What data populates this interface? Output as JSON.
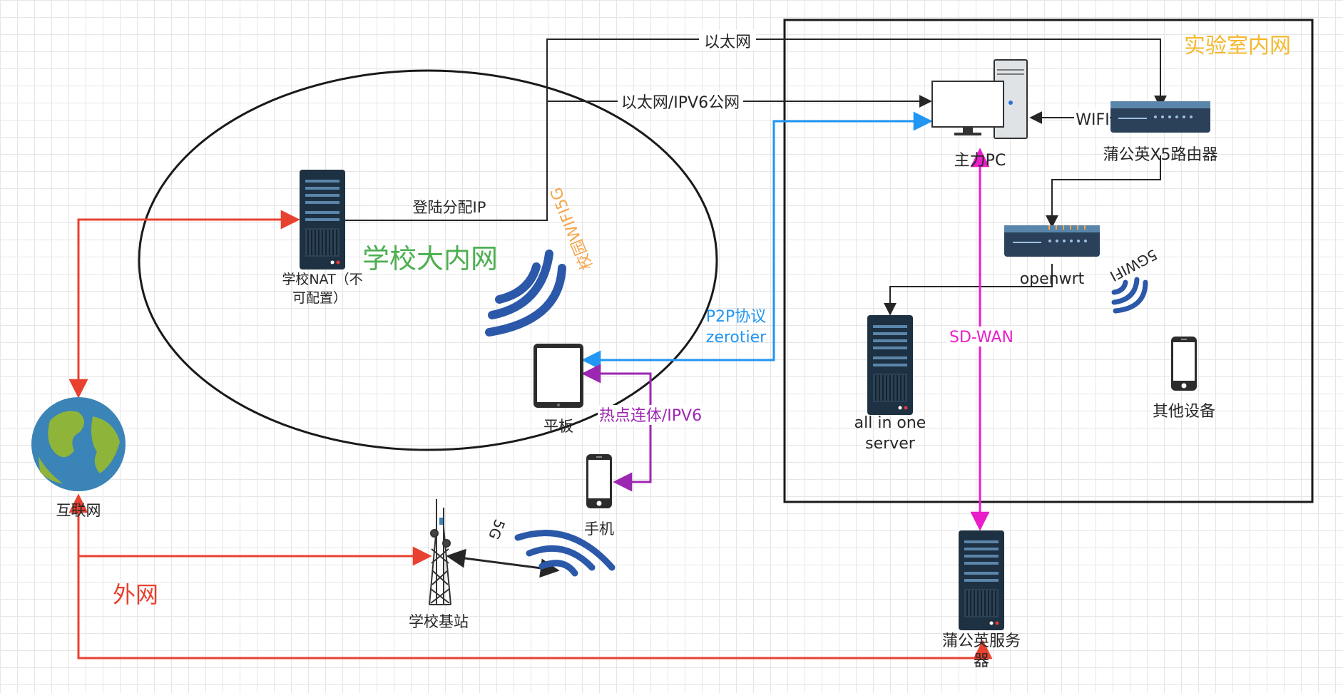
{
  "zones": {
    "lab_title": "实验室内网",
    "campus_title": "学校大内网",
    "external_title": "外网"
  },
  "nodes": {
    "internet": "互联网",
    "school_nat_line1": "学校NAT（不",
    "school_nat_line2": "可配置）",
    "tablet": "平板",
    "phone": "手机",
    "base_station": "学校基站",
    "main_pc": "主力PC",
    "router": "蒲公英X5路由器",
    "openwrt": "openwrt",
    "aio_line1": "all in one",
    "aio_line2": "server",
    "other_devices": "其他设备",
    "pgy_server_line1": "蒲公英服务",
    "pgy_server_line2": "器"
  },
  "links": {
    "ethernet": "以太网",
    "ethernet_ipv6": "以太网/IPV6公网",
    "wifi": "WIFI",
    "login_ip": "登陆分配IP",
    "p2p_line1": "P2P协议",
    "p2p_line2": "zerotier",
    "hotspot": "热点连体/IPV6",
    "sdwan": "SD-WAN",
    "campus_wifi": "校园WIFI5G",
    "lab_wifi": "5GWIFI",
    "cellular": "5G"
  },
  "colors": {
    "external": "#e8412f",
    "campus": "#4caf50",
    "lab": "#f5b82e",
    "p2p": "#2196f3",
    "hotspot": "#9c27b0",
    "sdwan": "#e91ec8",
    "wifi_orange": "#f5a54a",
    "server_dark": "#1e3142",
    "wifi_blue": "#2b58a8"
  }
}
